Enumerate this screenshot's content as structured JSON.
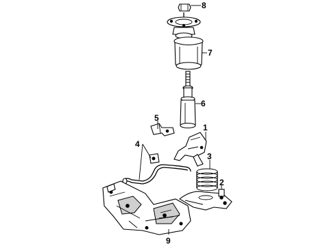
{
  "diagram": {
    "callouts": [
      {
        "id": "8",
        "text": "8"
      },
      {
        "id": "7",
        "text": "7"
      },
      {
        "id": "6",
        "text": "6"
      },
      {
        "id": "5",
        "text": "5"
      },
      {
        "id": "1",
        "text": "1"
      },
      {
        "id": "4",
        "text": "4"
      },
      {
        "id": "3",
        "text": "3"
      },
      {
        "id": "2",
        "text": "2"
      },
      {
        "id": "9",
        "text": "9"
      }
    ]
  }
}
